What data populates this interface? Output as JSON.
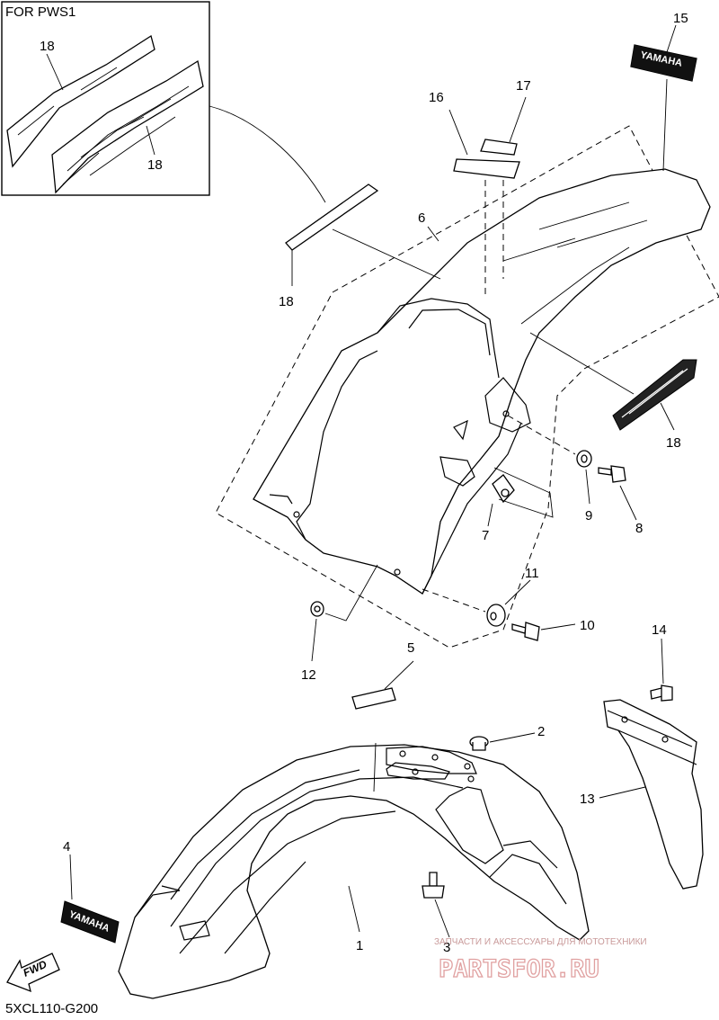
{
  "inset": {
    "title": "FOR PWS1"
  },
  "diagram_code": "5XCL110-G200",
  "decals": {
    "yamaha_4": "YAMAHA",
    "yamaha_15": "YAMAHA",
    "fwd": "FWD"
  },
  "callouts": {
    "p1": "1",
    "p2": "2",
    "p3": "3",
    "p4": "4",
    "p5": "5",
    "p6": "6",
    "p7": "7",
    "p8": "8",
    "p9": "9",
    "p10": "10",
    "p11": "11",
    "p12": "12",
    "p13": "13",
    "p14": "14",
    "p15": "15",
    "p16": "16",
    "p17": "17",
    "p18_inset_top": "18",
    "p18_inset_bottom": "18",
    "p18_left": "18",
    "p18_right": "18"
  },
  "watermark": {
    "caption": "ЗАПЧАСТИ И АКСЕССУАРЫ ДЛЯ МОТОТЕХНИКИ",
    "site": "PARTSFOR.RU"
  }
}
